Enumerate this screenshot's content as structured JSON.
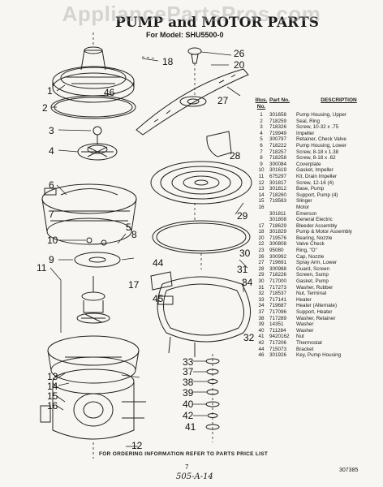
{
  "watermark": "AppliancePartsPros.com",
  "title": "PUMP and MOTOR PARTS",
  "subtitle": "For Model: SHU5500-0",
  "callouts": [
    "26",
    "20",
    "18",
    "1",
    "46",
    "2",
    "3",
    "4",
    "27",
    "6",
    "28",
    "7",
    "5",
    "8",
    "29",
    "10",
    "9",
    "11",
    "44",
    "30",
    "31",
    "17",
    "45",
    "34",
    "32",
    "33",
    "37",
    "38",
    "39",
    "40",
    "42",
    "13",
    "14",
    "15",
    "16",
    "41",
    "12"
  ],
  "parts_table": {
    "headers": [
      "Illus. No.",
      "Part No.",
      "DESCRIPTION"
    ],
    "rows": [
      [
        "1",
        "301658",
        "Pump Housing, Upper"
      ],
      [
        "2",
        "718259",
        "Seal, Ring"
      ],
      [
        "3",
        "718326",
        "Screw, 10-32 x .75"
      ],
      [
        "4",
        "719949",
        "Impeller"
      ],
      [
        "5",
        "300797",
        "Retainer, Check Valve"
      ],
      [
        "6",
        "718222",
        "Pump Housing, Lower"
      ],
      [
        "7",
        "718257",
        "Screw, 8-18 x 1.38"
      ],
      [
        "8",
        "718258",
        "Screw, 8-18 x .62"
      ],
      [
        "9",
        "300084",
        "Coverplate"
      ],
      [
        "10",
        "301619",
        "Gasket, Impeller"
      ],
      [
        "11",
        "675297",
        "Kit, Drain Impeller"
      ],
      [
        "12",
        "301817",
        "Screw, 12-16 (4)"
      ],
      [
        "13",
        "301812",
        "Base, Pump"
      ],
      [
        "14",
        "718260",
        "Support, Pump (4)"
      ],
      [
        "15",
        "719583",
        "Slinger"
      ],
      [
        "16",
        "",
        "Motor"
      ],
      [
        "",
        "301811",
        "Emerson"
      ],
      [
        "",
        "301808",
        "General Electric"
      ],
      [
        "17",
        "718629",
        "Bleeder Assembly"
      ],
      [
        "18",
        "301829",
        "Pump & Motor Assembly"
      ],
      [
        "20",
        "719576",
        "Bearing, Nozzle"
      ],
      [
        "22",
        "300808",
        "Valve Check"
      ],
      [
        "23",
        "95080",
        "Ring, \"O\""
      ],
      [
        "26",
        "300992",
        "Cap, Nozzle"
      ],
      [
        "27",
        "719691",
        "Spray Arm, Lower"
      ],
      [
        "28",
        "300988",
        "Guard, Screen"
      ],
      [
        "29",
        "718226",
        "Screen, Sump"
      ],
      [
        "30",
        "717000",
        "Gasket, Pump"
      ],
      [
        "31",
        "717273",
        "Washer, Rubber"
      ],
      [
        "32",
        "718537",
        "Nut, Terminal"
      ],
      [
        "33",
        "717141",
        "Heater"
      ],
      [
        "34",
        "719687",
        "Heater (Alternate)"
      ],
      [
        "37",
        "717096",
        "Support, Heater"
      ],
      [
        "38",
        "717289",
        "Washer, Retainer"
      ],
      [
        "39",
        "14351",
        "Washer"
      ],
      [
        "40",
        "711284",
        "Washer"
      ],
      [
        "41",
        "9420162",
        "Nut"
      ],
      [
        "42",
        "717206",
        "Thermostat"
      ],
      [
        "44",
        "715073",
        "Bracket"
      ],
      [
        "46",
        "301926",
        "Key, Pump Housing"
      ]
    ]
  },
  "footer": "FOR ORDERING INFORMATION REFER TO PARTS PRICE LIST",
  "page_number": "7",
  "doc_number": "307385",
  "hand_note": "505-A-14"
}
